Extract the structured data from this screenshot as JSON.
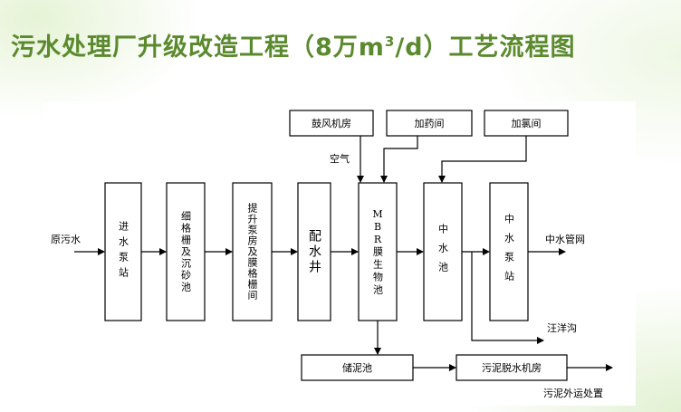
{
  "title": {
    "text_before_sup": "污水处理厂升级改造工程（8万m",
    "sup": "3",
    "text_after_sup": "/d）工艺流程图"
  },
  "diagram": {
    "input_label": "原污水",
    "process_boxes": {
      "inlet_pump_station": "进水泵站",
      "fine_screen_grit": "细格栅及沉砂池",
      "lift_pump_membrane_screen": "提升泵房及膜格栅间",
      "distribution_well": "配水井",
      "mbr_letters": [
        "M",
        "B",
        "R"
      ],
      "mbr_rest": "膜生物池",
      "reclaimed_water_pool": "中水池",
      "reclaimed_water_pump": "中水泵站"
    },
    "top_boxes": {
      "blower_room": "鼓风机房",
      "dosing_room": "加药间",
      "chlorination_room": "加氯间"
    },
    "bottom_boxes": {
      "sludge_tank": "储泥池",
      "sludge_dewatering": "污泥脱水机房"
    },
    "flow_labels": {
      "air": "空气",
      "reclaimed_pipe_network": "中水管网",
      "wangyang_ditch": "汪洋沟",
      "sludge_disposal": "污泥外运处置"
    }
  }
}
